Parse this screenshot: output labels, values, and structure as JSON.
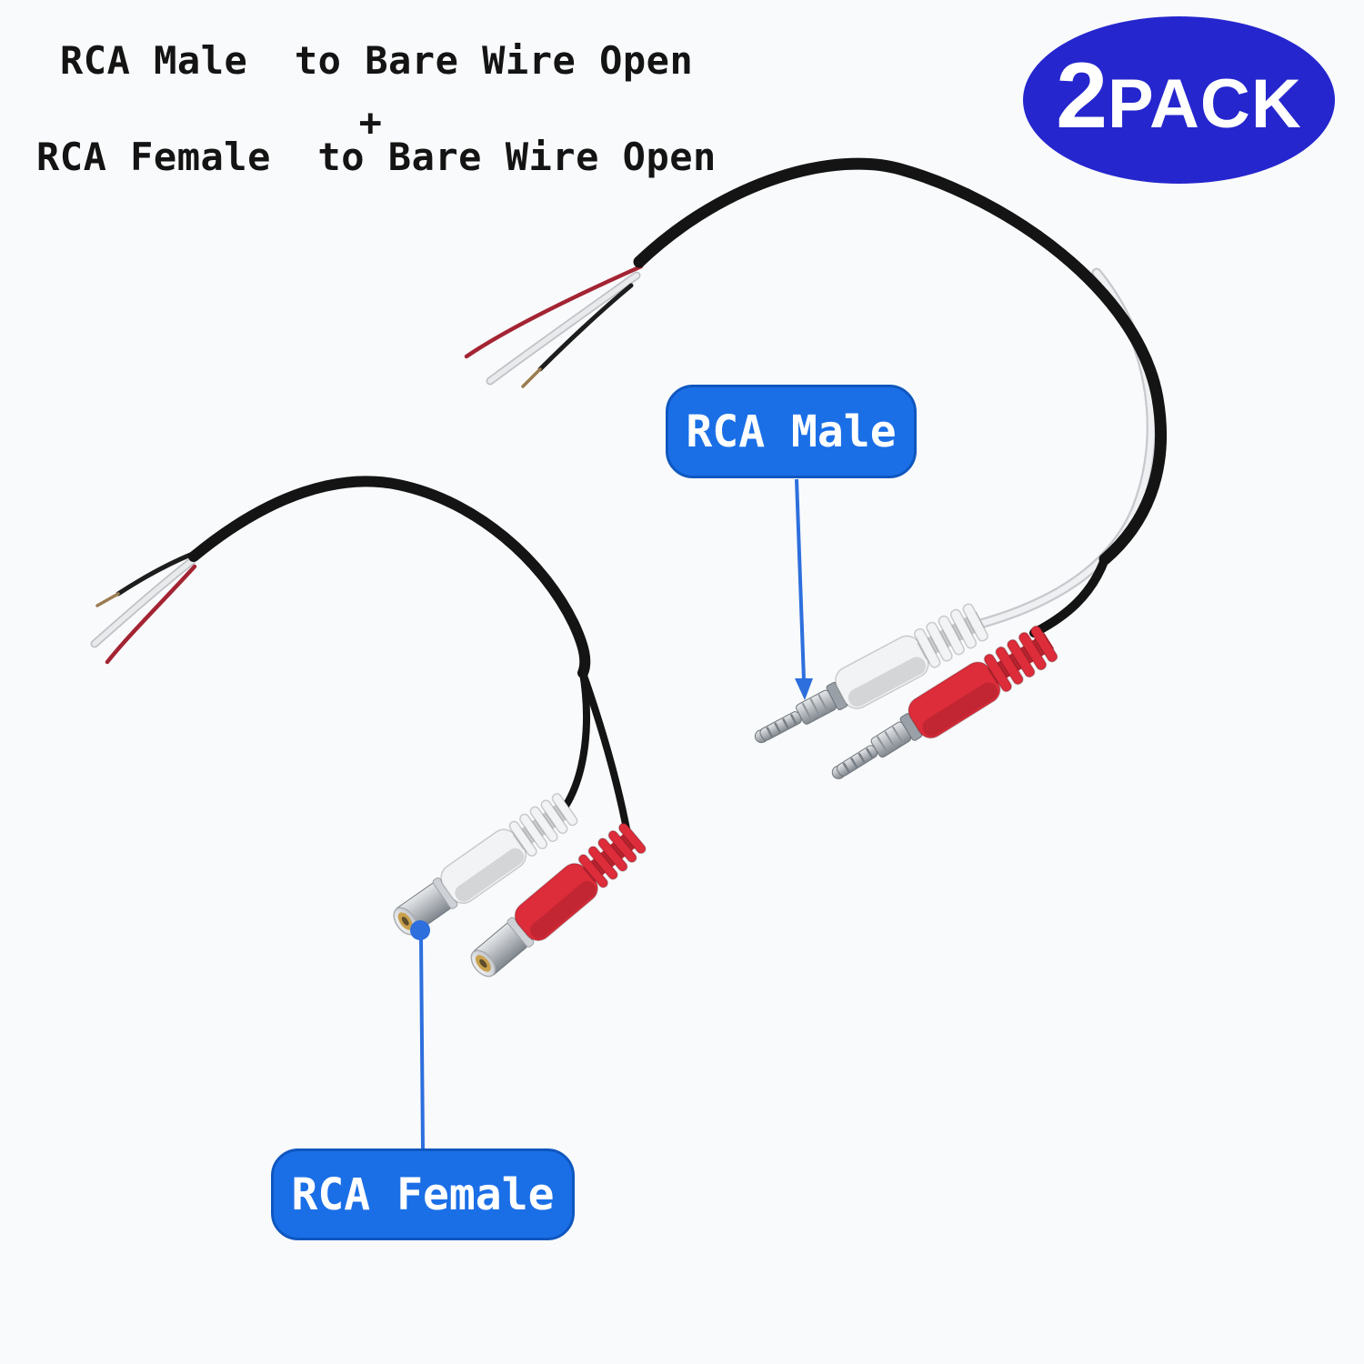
{
  "heading": {
    "line1": "RCA Male  to Bare Wire Open",
    "plus": "+",
    "line2": "RCA Female  to Bare Wire Open"
  },
  "badge": {
    "count": "2",
    "unit": "PACK"
  },
  "callouts": {
    "male": "RCA Male",
    "female": "RCA Female"
  },
  "illustration": {
    "items": [
      "rca-male-pigtail-cable: black jacket to bare red/white/black wires, white and red RCA male plugs",
      "rca-female-pigtail-cable: black jacket to bare red/white/black wires, white and red RCA female jacks"
    ]
  },
  "colors": {
    "background": "#f9fafc",
    "badge_blue": "#2526cd",
    "callout_blue": "#1b6fe6",
    "pointer_blue": "#2d6fdd",
    "cable_black": "#141414",
    "wire_red": "#a32433",
    "wire_white": "#e9eaec",
    "bare_copper": "#9b7c52",
    "connector_red": "#dd2c3a",
    "connector_white": "#f2f3f5",
    "metal_silver": "#c7cbcf",
    "jack_gold": "#c9a14e",
    "text_black": "#141414"
  }
}
